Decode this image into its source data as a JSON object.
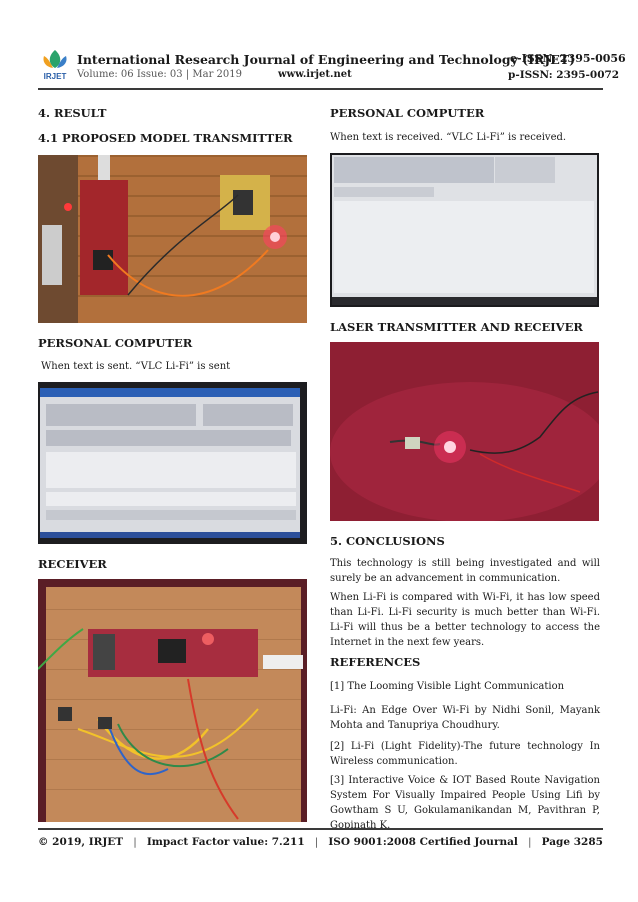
{
  "header": {
    "logo_text": "IRJET",
    "journal_title": "International Research Journal of Engineering and Technology (IRJET)",
    "eissn": "e-ISSN: 2395-0056",
    "volume": "Volume: 06 Issue: 03 | Mar 2019",
    "url": "www.irjet.net",
    "pissn": "p-ISSN: 2395-0072"
  },
  "left": {
    "result_heading": "4. RESULT",
    "transmitter_heading": "4.1 PROPOSED MODEL TRANSMITTER",
    "pc_heading": "PERSONAL COMPUTER",
    "pc_text": "When text is sent. “VLC Li-Fi” is sent",
    "receiver_heading": "RECEIVER"
  },
  "right": {
    "pc_heading": "PERSONAL COMPUTER",
    "pc_text": "When text is received. “VLC Li-Fi” is received.",
    "laser_heading": "LASER TRANSMITTER AND RECEIVER",
    "conclusions_heading": "5. CONCLUSIONS",
    "conclusion_p1": "This technology is still being investigated and will surely be an advancement in communication.",
    "conclusion_p2": "When Li-Fi is compared with Wi-Fi, it has low speed than Li-Fi. Li-Fi security is much better than Wi-Fi. Li-Fi will thus be a better technology to access the Internet in the next few years.",
    "references_heading": "REFERENCES",
    "references": [
      "[1] The Looming Visible Light Communication",
      "Li-Fi: An Edge Over Wi-Fi by Nidhi Sonil, Mayank Mohta and Tanupriya Choudhury.",
      "[2] Li-Fi (Light Fidelity)-The future technology In Wireless communication.",
      "[3] Interactive Voice & IOT Based Route Navigation System For Visually Impaired People Using Lifi by Gowtham S U, Gokulamanikandan M, Pavithran P, Gopinath K."
    ]
  },
  "footer": {
    "copyright": "© 2019, IRJET",
    "impact": "Impact Factor value: 7.211",
    "iso": "ISO 9001:2008 Certified Journal",
    "page": "Page 3285",
    "separator": "|"
  }
}
